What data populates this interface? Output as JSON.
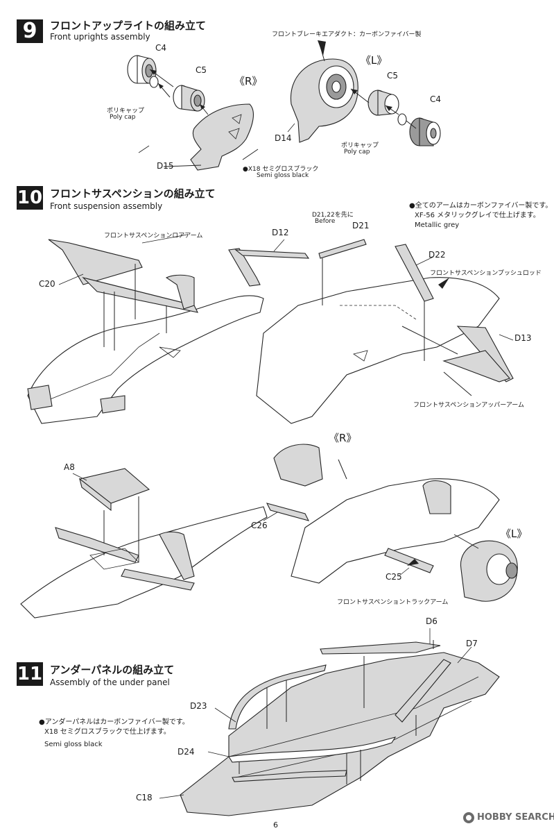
{
  "steps": [
    {
      "number": "9",
      "title_jp": "フロントアップライトの組み立て",
      "title_en": "Front uprights assembly",
      "labels": {
        "c4_r": "C4",
        "c5_r": "C5",
        "side_r": "《R》",
        "polycap_jp_r": "ポリキャップ",
        "polycap_en_r": "Poly cap",
        "d15": "D15",
        "paint_jp": "X18 セミグロスブラック",
        "paint_en": "Semi gloss black",
        "brake_duct": "フロントブレーキエアダクト：カーボンファイバー製",
        "side_l": "《L》",
        "c5_l": "C5",
        "c4_l": "C4",
        "d14": "D14",
        "polycap_jp_l": "ポリキャップ",
        "polycap_en_l": "Poly cap"
      }
    },
    {
      "number": "10",
      "title_jp": "フロントサスペンションの組み立て",
      "title_en": "Front suspension assembly",
      "labels": {
        "lower_arm": "フロントサスペンションロアアーム",
        "c20": "C20",
        "d12": "D12",
        "d21_note": "D21,22を先に",
        "before": "Before",
        "d21": "D21",
        "d22": "D22",
        "pushrod": "フロントサスペンションプッシュロッド",
        "d13": "D13",
        "upper_arm": "フロントサスペンションアッパーアーム",
        "note_jp1": "●全てのアームはカーボンファイバー製です。",
        "note_jp2": "XF-56 メタリックグレイで仕上げます。",
        "note_en": "Metallic grey",
        "a8": "A8",
        "side_r": "《R》",
        "c26": "C26",
        "side_l": "《L》",
        "c25": "C25",
        "track_arm": "フロントサスペンショントラックアーム"
      }
    },
    {
      "number": "11",
      "title_jp": "アンダーパネルの組み立て",
      "title_en": "Assembly of the under panel",
      "labels": {
        "d6": "D6",
        "d7": "D7",
        "d23": "D23",
        "d24": "D24",
        "c18": "C18",
        "note_jp1": "●アンダーパネルはカーボンファイバー製です。",
        "note_jp2": "X18 セミグロスブラックで仕上げます。",
        "note_en": "Semi gloss black"
      }
    }
  ],
  "page_number": "6",
  "watermark": "HOBBY SEARCH",
  "watermark_icon": "hobbysearch-logo-icon",
  "colors": {
    "ink": "#1a1a1a",
    "part_fill": "#d8d8d8",
    "watermark": "#6a6a6a"
  }
}
